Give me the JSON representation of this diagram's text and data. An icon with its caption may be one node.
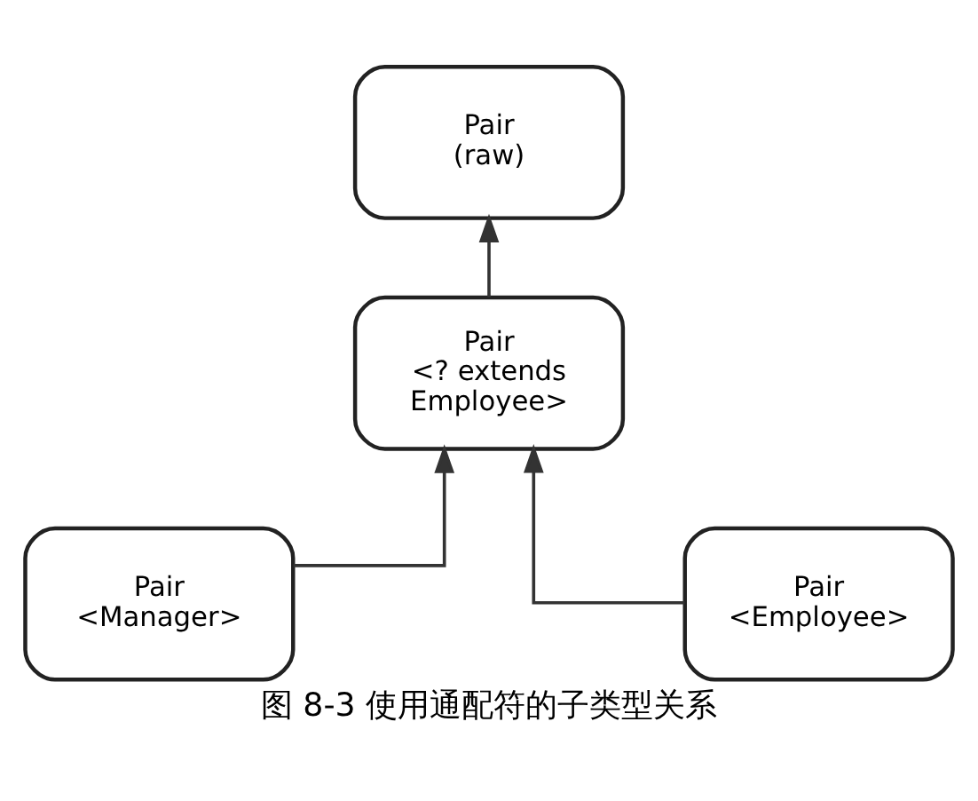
{
  "diagram": {
    "caption": "图 8-3 使用通配符的子类型关系",
    "nodes": [
      {
        "text": [
          "Pair (raw)"
        ]
      },
      {
        "text": [
          "Pair <? extends Employee>"
        ]
      },
      {
        "text": [
          "Pair <Manager>"
        ]
      },
      {
        "text": [
          "Pair <Employee>"
        ]
      }
    ],
    "edges": [
      {
        "from": 1,
        "to": 0,
        "arrow": "to"
      },
      {
        "from": 2,
        "to": 1,
        "arrow": "to"
      },
      {
        "from": 3,
        "to": 1,
        "arrow": "to"
      }
    ]
  }
}
